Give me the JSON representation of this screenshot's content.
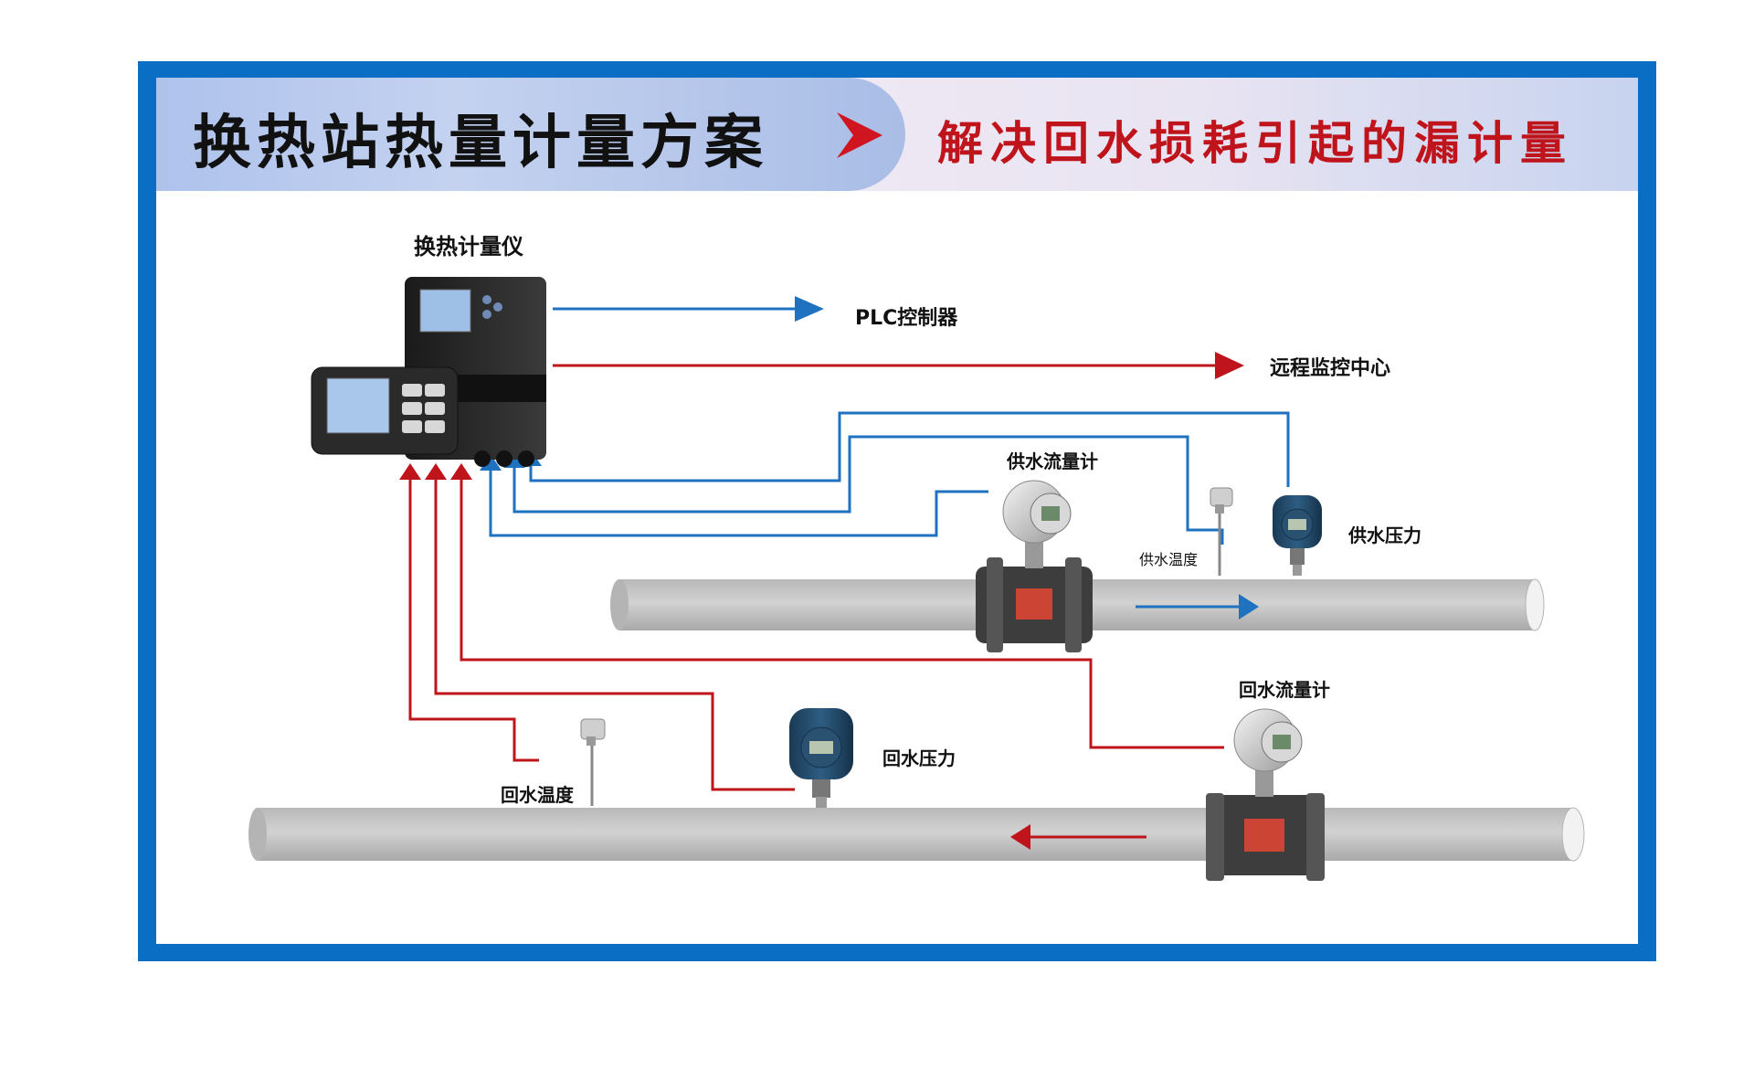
{
  "header": {
    "title": "换热站热量计量方案",
    "subtitle": "解决回水损耗引起的漏计量"
  },
  "labels": {
    "meter": "换热计量仪",
    "plc": "PLC控制器",
    "remote": "远程监控中心",
    "supply_flow": "供水流量计",
    "supply_temp": "供水温度",
    "supply_pressure": "供水压力",
    "return_flow": "回水流量计",
    "return_pressure": "回水压力",
    "return_temp": "回水温度"
  },
  "colors": {
    "frame": "#0a6fc4",
    "blue_line": "#1e72c0",
    "red_line": "#c0141c",
    "pipe": "#c8c8c8"
  }
}
